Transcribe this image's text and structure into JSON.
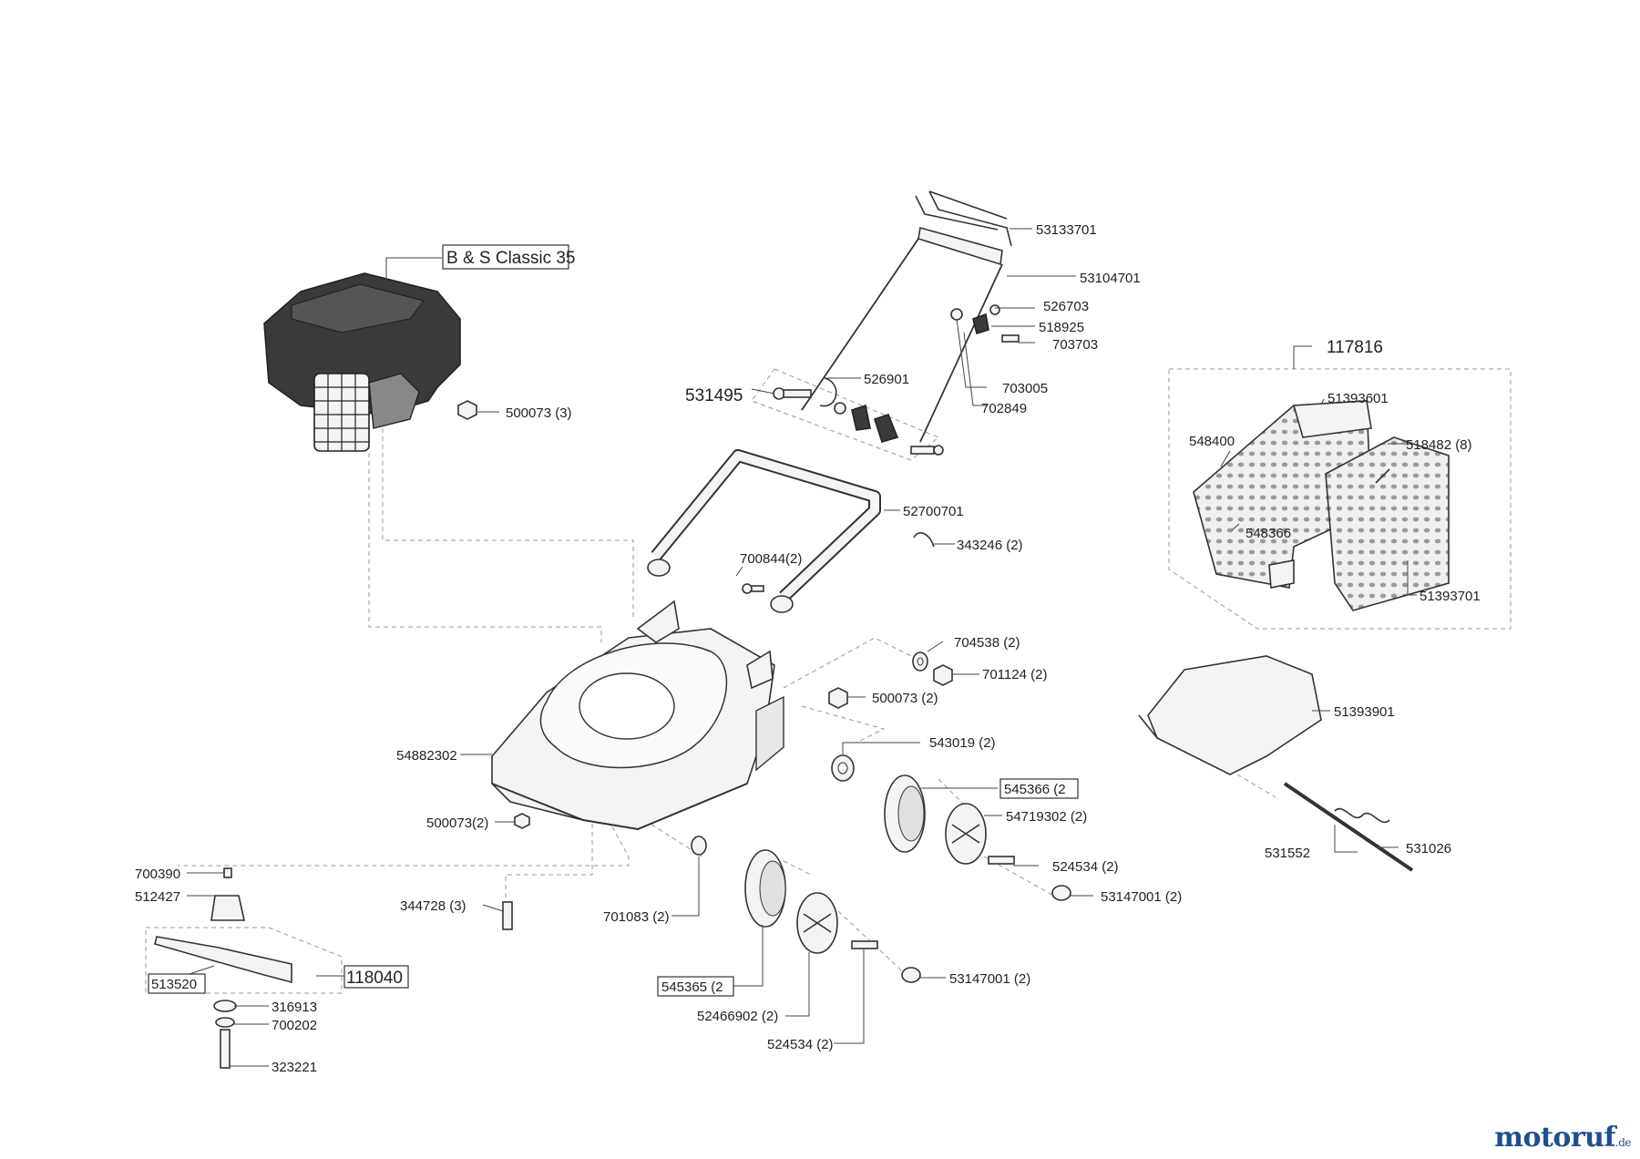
{
  "labels": {
    "engine": "B & S Classic 35",
    "handle_top": "53133701",
    "handle_upper": "53104701",
    "p526703": "526703",
    "p518925": "518925",
    "p703703": "703703",
    "p531495": "531495",
    "p526901": "526901",
    "p703005": "703005",
    "p702849": "702849",
    "p500073_3": "500073 (3)",
    "grassbag_kit": "117816",
    "p51393601": "51393601",
    "p548400": "548400",
    "p518482_8": "518482 (8)",
    "p548366": "548366",
    "p51393701": "51393701",
    "p52700701": "52700701",
    "p343246_2": "343246 (2)",
    "p700844_2": "700844(2)",
    "p704538_2": "704538 (2)",
    "p701124_2": "701124 (2)",
    "p500073_2b": "500073 (2)",
    "p51393901": "51393901",
    "p54882302": "54882302",
    "p543019_2": "543019 (2)",
    "p545366_2": "545366 (2",
    "p54719302_2": "54719302 (2)",
    "p500073_2a": "500073(2)",
    "p524534_2a": "524534 (2)",
    "p53147001_2a": "53147001 (2)",
    "p531552": "531552",
    "p531026": "531026",
    "p700390": "700390",
    "p512427": "512427",
    "p344728_3": "344728 (3)",
    "p701083_2": "701083 (2)",
    "p513520": "513520",
    "p118040": "118040",
    "p316913": "316913",
    "p700202": "700202",
    "p545365_2": "545365 (2",
    "p52466902_2": "52466902 (2)",
    "p53147001_2b": "53147001 (2)",
    "p524534_2b": "524534 (2)",
    "p323221": "323221"
  },
  "logo": {
    "main": "motoruf",
    "tld": ".de"
  }
}
